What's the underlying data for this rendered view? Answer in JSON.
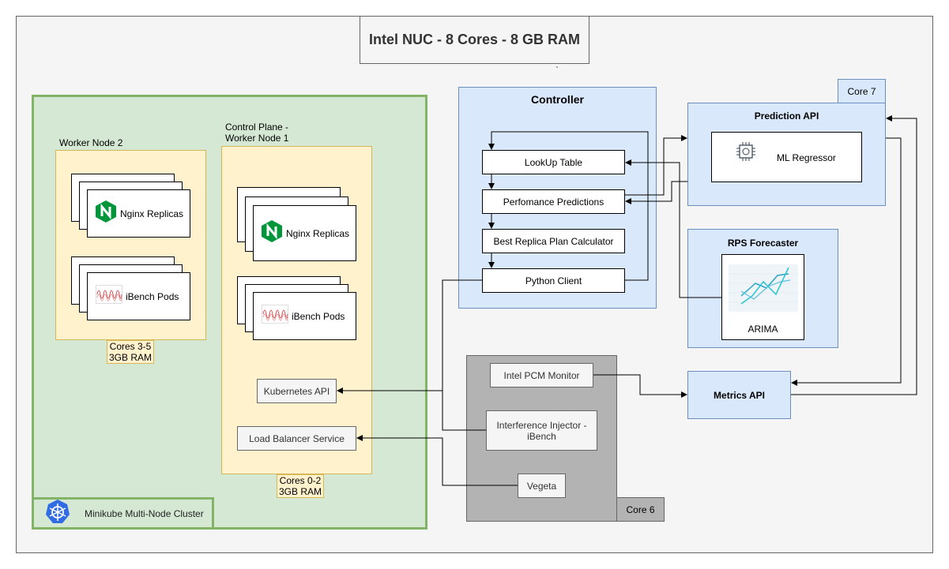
{
  "title": "Intel NUC - 8 Cores - 8 GB RAM",
  "title_tick": "`",
  "cluster": {
    "label": "Minikube Multi-Node Cluster",
    "worker_node_2": {
      "label": "Worker Node 2",
      "nginx": "Nginx Replicas",
      "ibench": "iBench Pods",
      "cores": "Cores 3-5",
      "ram": "3GB RAM"
    },
    "control_plane": {
      "label_line1": "Control Plane -",
      "label_line2": "Worker Node 1",
      "nginx": "Nginx Replicas",
      "ibench": "iBench Pods",
      "kubernetes_api": "Kubernetes API",
      "load_balancer": "Load Balancer Service",
      "cores": "Cores 0-2",
      "ram": "3GB RAM"
    }
  },
  "controller": {
    "title": "Controller",
    "items": [
      "LookUp Table",
      "Perfomance Predictions",
      "Best Replica Plan Calculator",
      "Python Client"
    ]
  },
  "prediction_api": {
    "title": "Prediction API",
    "core": "Core 7",
    "regressor": "ML Regressor"
  },
  "rps_forecaster": {
    "title": "RPS Forecaster",
    "model": "ARIMA"
  },
  "metrics_api": {
    "title": "Metrics API"
  },
  "core6_panel": {
    "core": "Core 6",
    "pcm": "Intel PCM Monitor",
    "injector_line1": "Interference Injector -",
    "injector_line2": "iBench",
    "vegeta": "Vegeta"
  },
  "colors": {
    "cluster_fill": "#d5e8d4",
    "cluster_border": "#82b366",
    "node_fill": "#fff2cc",
    "node_border": "#d6b656",
    "blue_fill": "#dae8fc",
    "blue_border": "#6c8ebf",
    "nginx_green": "#009639",
    "k8s_blue": "#326ce5"
  },
  "icons": [
    "nginx-icon",
    "ibench-icon",
    "kubernetes-icon",
    "chip-icon",
    "chart-icon"
  ]
}
